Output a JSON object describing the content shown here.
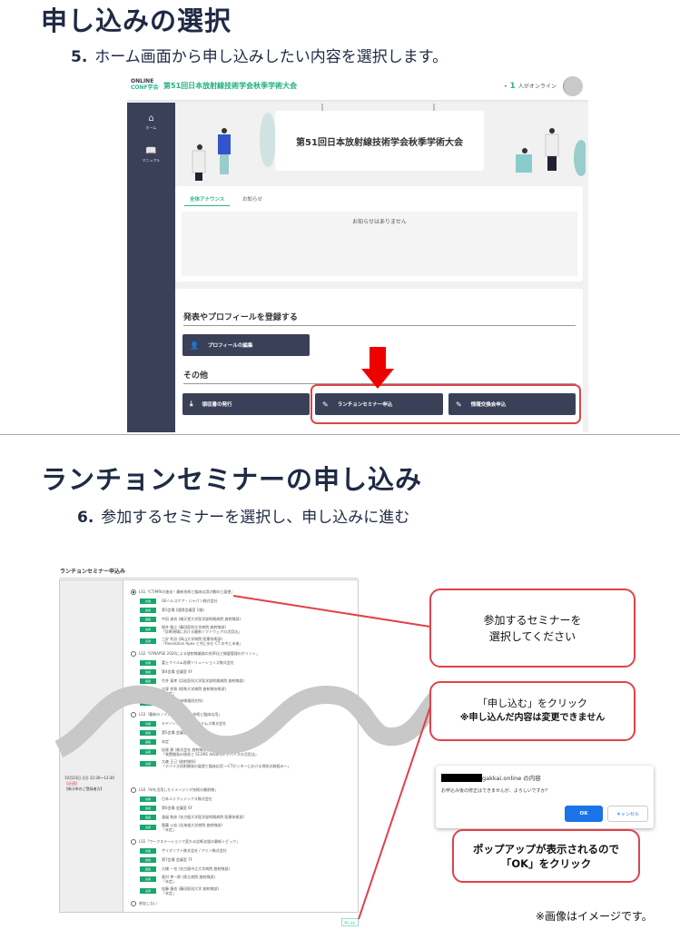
{
  "section1": {
    "title": "申し込みの選択",
    "step_num": "5.",
    "step_text": "ホーム画面から申し込みしたい内容を選択します。"
  },
  "app": {
    "logo_top": "ONLINE",
    "logo_bottom": "CONF学会",
    "conference": "第51回日本放射線技術学会秋季学術大会",
    "online_count": "1",
    "online_label": "人がオンライン",
    "sidebar": [
      {
        "label": "ホーム",
        "icon": "home-icon"
      },
      {
        "label": "マニュアル",
        "icon": "book-icon"
      }
    ],
    "banner_title": "第51回日本放射線技術学会秋季学術大会",
    "tabs": [
      "全体アナウンス",
      "お知らせ"
    ],
    "no_notice": "お知らせはありません",
    "register_heading": "発表やプロフィールを登録する",
    "profile_button": "プロフィールの編集",
    "other_heading": "その他",
    "receipt_button": "領収書の発行",
    "luncheon_button": "ランチョンセミナー申込",
    "exchange_button": "情報交換会申込"
  },
  "section2": {
    "title": "ランチョンセミナーの申し込み",
    "step_num": "6.",
    "step_text": "参加するセミナーを選択し、申し込みに進む"
  },
  "form": {
    "title": "ランチョンセミナー申込み",
    "date": "10月23日 (日) 12:30～13:30",
    "required": "【必須】",
    "note": "【新규申のご登録者方】",
    "seminars": [
      {
        "selected": true,
        "title": "LS1「CT/MRIの進化！最新技術と臨床応用の動向と展望」",
        "items": [
          [
            "共催",
            "GEヘルスケア・ジャパン株式会社"
          ],
          [
            "会場",
            "第3会場 (国際会議室 1階)"
          ],
          [
            "座長",
            "中田 達也 (順天堂大学医学部附属病院 放射線部)"
          ],
          [
            "演者",
            "堀井 勝之 (藤田医科大学病院 放射線部)\n「診断領域における最新ソフトウェアの活用法」"
          ],
          [
            "演者",
            "三好 利治 (岡山大学病院 医療技術部)\n「Revolution Apex と共に歩む CT の今と未来」"
          ]
        ]
      },
      {
        "selected": false,
        "title": "LS2「SYNAPSE 2020による放射線業務の効率化と線量管理のポイント」",
        "items": [
          [
            "共催",
            "富士フイルム医療ソリューションズ株式会社"
          ],
          [
            "会場",
            "第4会場 会議室 4F"
          ],
          [
            "座長",
            "竹井 泰孝 (浜松医科大学医学部附属病院 放射線部)"
          ],
          [
            "演者",
            "大塚 秀和 (昭和大学病院 放射線技術部)\n「未定」"
          ],
          [
            "演者",
            "市川 勝 (臨床線量研究所)\n「未定」"
          ]
        ]
      },
      {
        "selected": false,
        "title": "LS3「最新のノイズリダクション技術と臨床応用」",
        "items": [
          [
            "共催",
            "キヤノンメディカルシステムズ株式会社"
          ],
          [
            "会場",
            "第5会場 会議室 5F"
          ],
          [
            "座長",
            "未定"
          ],
          [
            "演者",
            "松尾 康 (株式会社 放射線技術)\n「装置開発の現状と SCORE Advance デバイスの活用法」"
          ],
          [
            "演者",
            "大森 正己 (放射線科)\n「デバイス技術開発の展望と臨床応用 ～CTセンターにおける現状の取組み～」"
          ]
        ]
      },
      {
        "selected": false,
        "title": "LS4「AIを活用したイメージング技術の最前線」",
        "items": [
          [
            "共催",
            "日本メジフィジックス株式会社"
          ],
          [
            "会場",
            "第6会場 会議室 6F"
          ],
          [
            "座長",
            "渡邉 和彦 (名古屋大学医学部附属病院 医療技術部)"
          ],
          [
            "演者",
            "齋藤 公宏 (北海道大学病院 放射線部)\n「未定」"
          ]
        ]
      },
      {
        "selected": false,
        "title": "LS5「ワークステーションで変わる診断支援の最新トピック」",
        "items": [
          [
            "共催",
            "ザイオソフト株式会社 / アミン株式会社"
          ],
          [
            "会場",
            "第7会場 会議室 7F"
          ],
          [
            "座長",
            "大橋 一也 (名古屋市立大学病院 放射線部)"
          ],
          [
            "演者",
            "奥村 孝一郎 (県立病院 放射線部)\n「未定」"
          ],
          [
            "演者",
            "加藤 慎也 (藤田医科大学 放射線部)\n「未定」"
          ]
        ]
      }
    ],
    "none_option": "参加しない",
    "submit": "申し込む"
  },
  "callouts": {
    "select": "参加するセミナーを\n選択してください",
    "click_apply_1": "「申し込む」をクリック",
    "click_apply_2": "※申し込んだ内容は変更できません",
    "popup": "ポップアップが表示されるので\n「OK」をクリック"
  },
  "dialog": {
    "origin": "gakkai.online の内容",
    "message": "お申込み後の修正はできませんが、よろしいですか？",
    "ok": "OK",
    "cancel": "キャンセル"
  },
  "footnote": "※画像はイメージです。",
  "colors": {
    "navy": "#3a4058",
    "accent": "#2bb58a",
    "red": "#e0424a",
    "arrow": "#ee0000"
  }
}
